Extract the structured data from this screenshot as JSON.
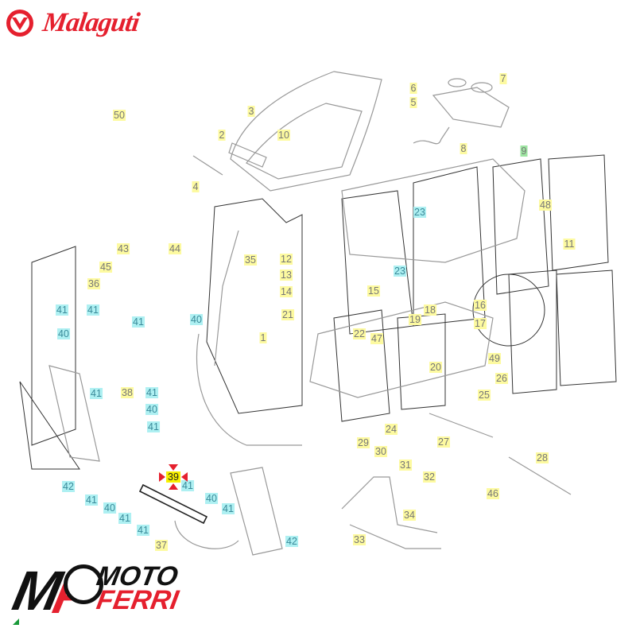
{
  "header": {
    "brand_name": "Malaguti",
    "brand_color": "#e5202e"
  },
  "diagram": {
    "watermark_text": "MF MOTO FERRI",
    "selected_part": "39",
    "selected_color": "#f7f000",
    "marker_color": "#e5202e",
    "label_colors": {
      "yellow": "#fdfaa0",
      "cyan": "#aef0f2",
      "green": "#9ee6a2"
    },
    "labels": [
      {
        "id": "50",
        "style": "plain-yellow"
      },
      {
        "id": "3",
        "style": "yellow"
      },
      {
        "id": "2",
        "style": "yellow"
      },
      {
        "id": "10",
        "style": "yellow"
      },
      {
        "id": "4",
        "style": "yellow"
      },
      {
        "id": "6",
        "style": "yellow"
      },
      {
        "id": "7",
        "style": "yellow"
      },
      {
        "id": "5",
        "style": "yellow"
      },
      {
        "id": "8",
        "style": "yellow"
      },
      {
        "id": "9",
        "style": "green"
      },
      {
        "id": "23",
        "style": "cyan"
      },
      {
        "id": "48",
        "style": "yellow"
      },
      {
        "id": "11",
        "style": "yellow"
      },
      {
        "id": "44",
        "style": "yellow"
      },
      {
        "id": "43",
        "style": "yellow"
      },
      {
        "id": "45",
        "style": "yellow"
      },
      {
        "id": "35",
        "style": "yellow"
      },
      {
        "id": "12",
        "style": "yellow"
      },
      {
        "id": "13",
        "style": "yellow"
      },
      {
        "id": "14",
        "style": "yellow"
      },
      {
        "id": "15",
        "style": "yellow"
      },
      {
        "id": "23",
        "style": "cyan"
      },
      {
        "id": "36",
        "style": "yellow"
      },
      {
        "id": "41",
        "style": "cyan"
      },
      {
        "id": "41",
        "style": "cyan"
      },
      {
        "id": "41",
        "style": "cyan"
      },
      {
        "id": "40",
        "style": "cyan"
      },
      {
        "id": "40",
        "style": "cyan"
      },
      {
        "id": "21",
        "style": "yellow"
      },
      {
        "id": "18",
        "style": "yellow"
      },
      {
        "id": "16",
        "style": "yellow"
      },
      {
        "id": "19",
        "style": "yellow"
      },
      {
        "id": "17",
        "style": "yellow"
      },
      {
        "id": "1",
        "style": "yellow"
      },
      {
        "id": "22",
        "style": "yellow"
      },
      {
        "id": "47",
        "style": "yellow"
      },
      {
        "id": "20",
        "style": "yellow"
      },
      {
        "id": "49",
        "style": "yellow"
      },
      {
        "id": "26",
        "style": "yellow"
      },
      {
        "id": "41",
        "style": "cyan"
      },
      {
        "id": "38",
        "style": "yellow"
      },
      {
        "id": "41",
        "style": "cyan"
      },
      {
        "id": "25",
        "style": "yellow"
      },
      {
        "id": "40",
        "style": "cyan"
      },
      {
        "id": "41",
        "style": "cyan"
      },
      {
        "id": "24",
        "style": "yellow"
      },
      {
        "id": "27",
        "style": "yellow"
      },
      {
        "id": "29",
        "style": "yellow"
      },
      {
        "id": "30",
        "style": "yellow"
      },
      {
        "id": "28",
        "style": "yellow"
      },
      {
        "id": "31",
        "style": "yellow"
      },
      {
        "id": "32",
        "style": "yellow"
      },
      {
        "id": "42",
        "style": "cyan"
      },
      {
        "id": "41",
        "style": "cyan"
      },
      {
        "id": "40",
        "style": "cyan"
      },
      {
        "id": "41",
        "style": "cyan"
      },
      {
        "id": "41",
        "style": "cyan"
      },
      {
        "id": "40",
        "style": "cyan"
      },
      {
        "id": "41",
        "style": "cyan"
      },
      {
        "id": "41",
        "style": "cyan"
      },
      {
        "id": "46",
        "style": "yellow"
      },
      {
        "id": "34",
        "style": "yellow"
      },
      {
        "id": "33",
        "style": "yellow"
      },
      {
        "id": "42",
        "style": "cyan"
      },
      {
        "id": "37",
        "style": "yellow"
      }
    ]
  },
  "footer": {
    "logo_letters_m": "M",
    "logo_letters_f": "F",
    "logo_moto": "MOTO",
    "logo_ferri": "FERRI"
  }
}
